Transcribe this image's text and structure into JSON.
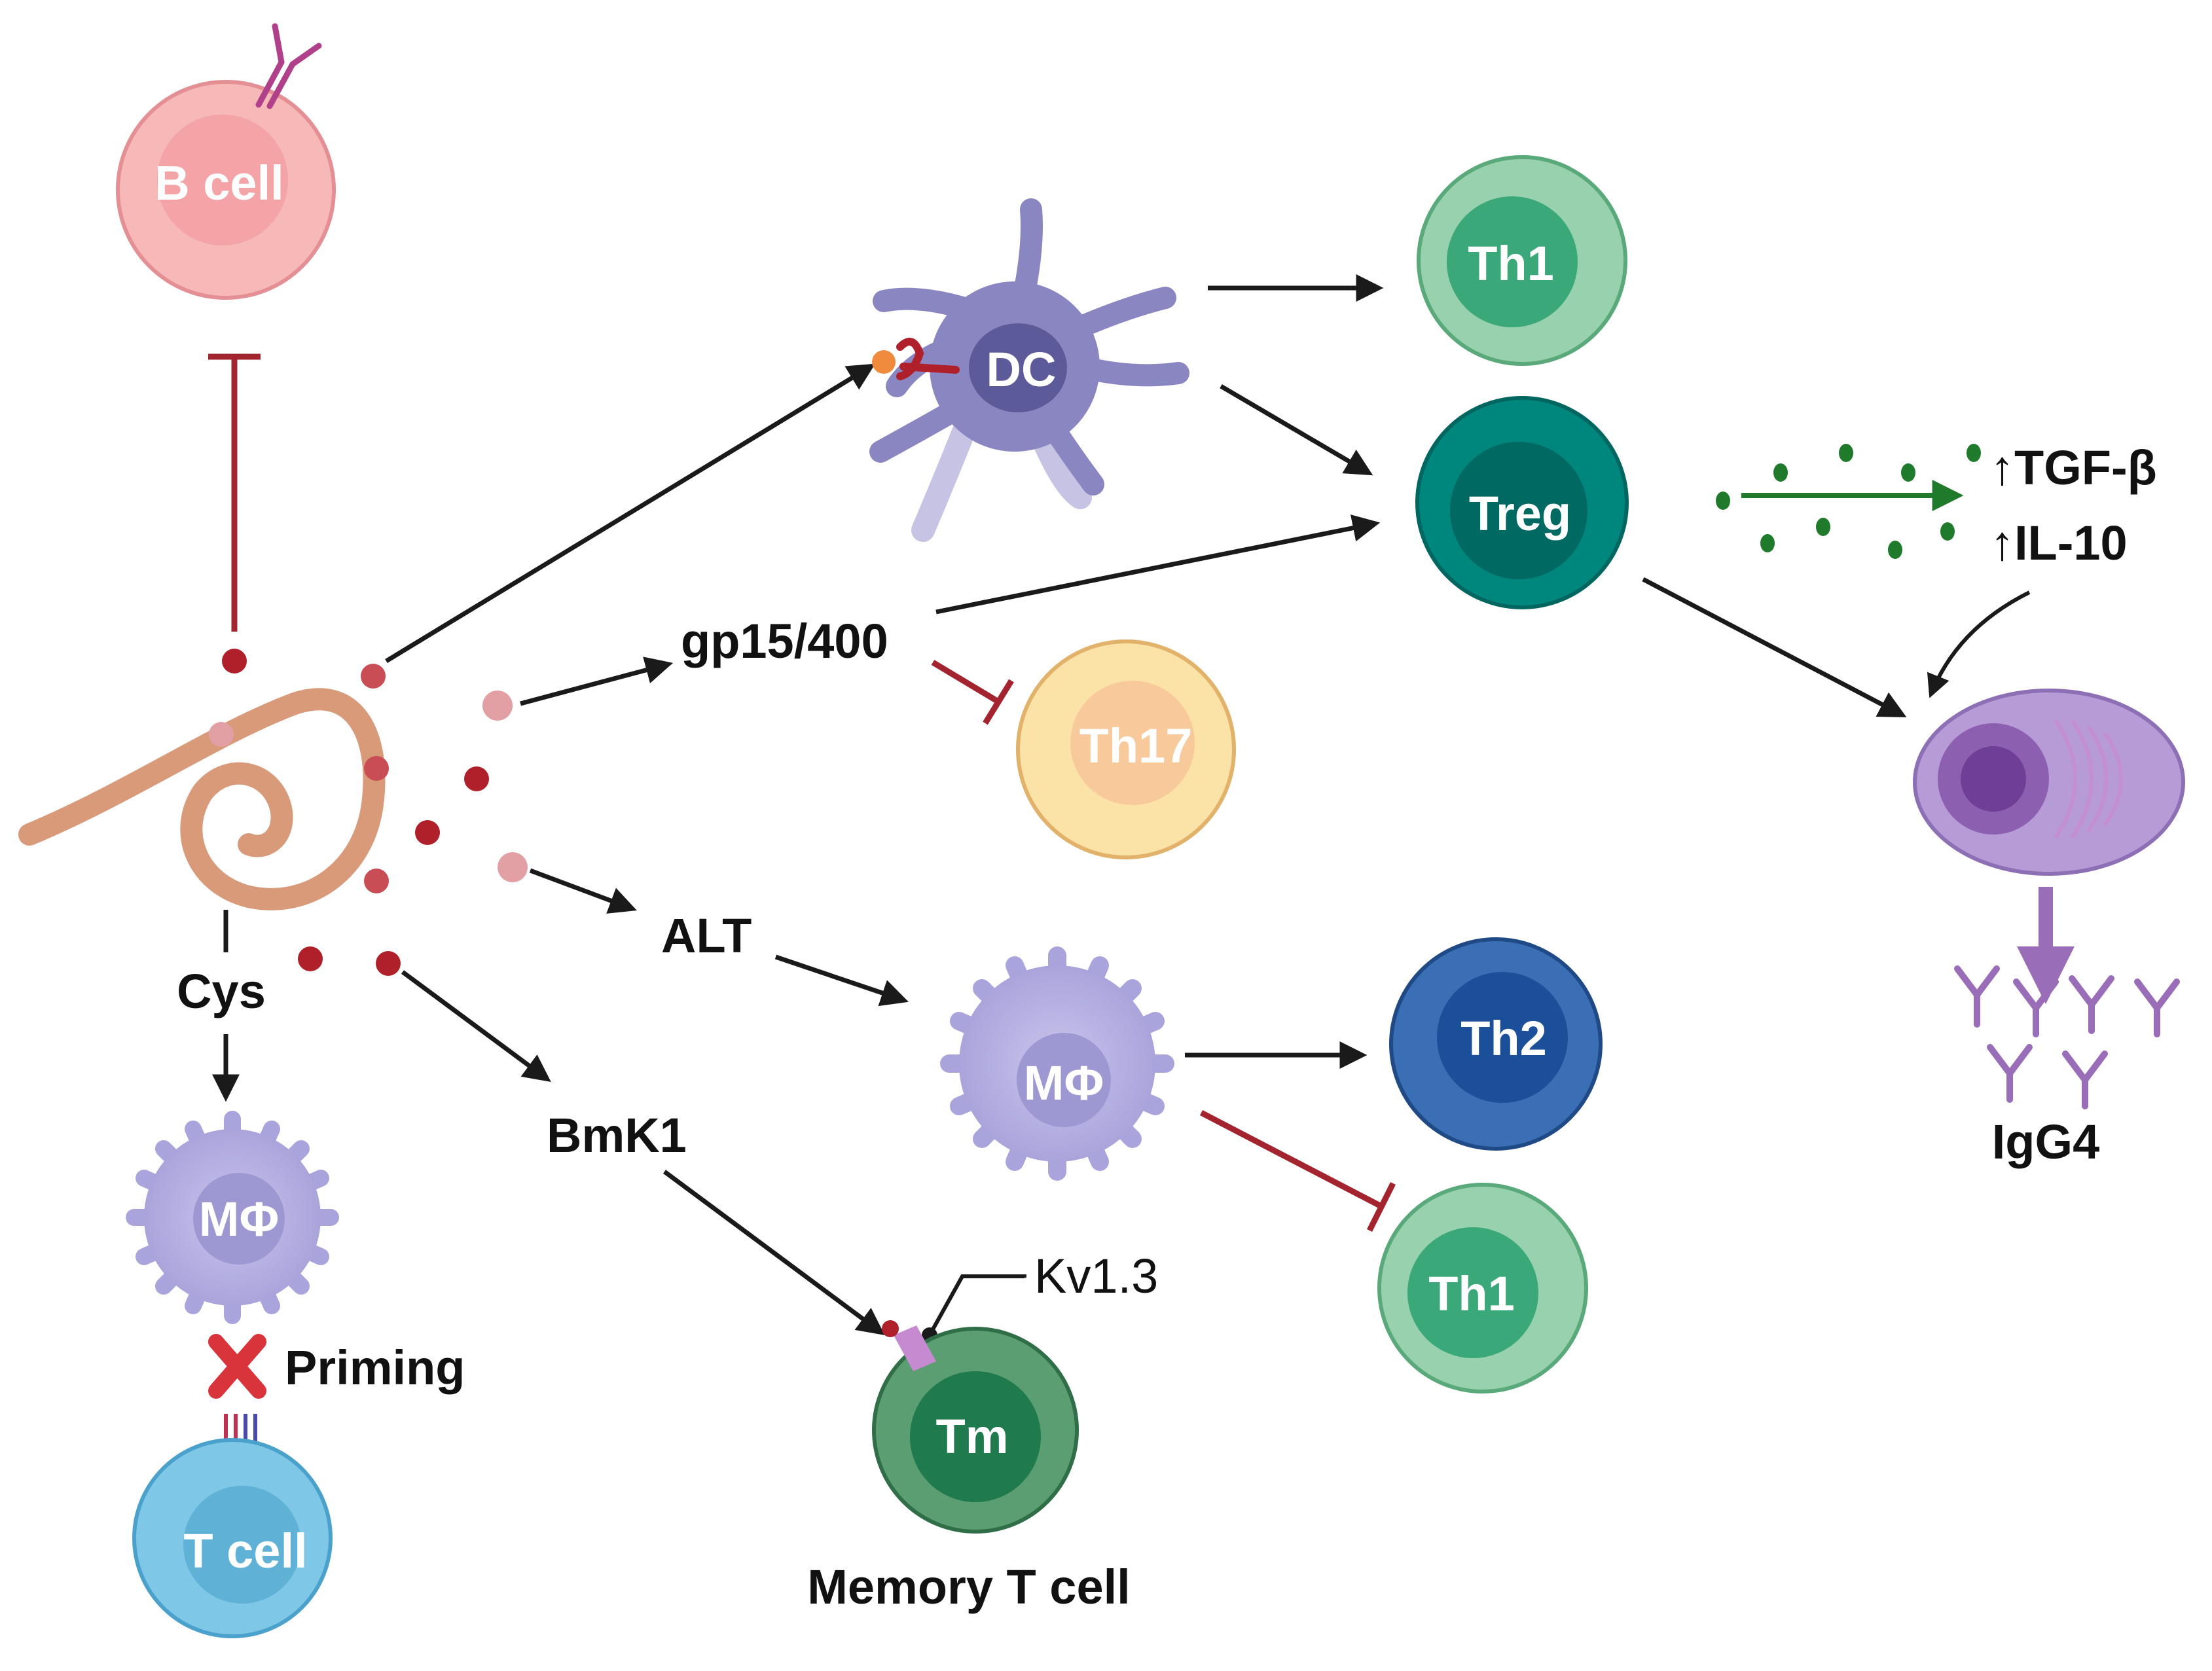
{
  "cells": {
    "b_cell": "B cell",
    "dc": "DC",
    "th1_top": "Th1",
    "treg": "Treg",
    "th17": "Th17",
    "macrophage_mid": "MΦ",
    "th2": "Th2",
    "th1_bottom": "Th1",
    "macrophage_left": "MΦ",
    "t_cell": "T cell",
    "tm": "Tm"
  },
  "labels": {
    "cys": "Cys",
    "gp15": "gp15/400",
    "alt": "ALT",
    "bmk1": "BmK1",
    "kv13": "Kv1.3",
    "priming": "Priming",
    "memory_t_cell": "Memory T cell",
    "tgf_beta": "↑TGF-β",
    "il10": "↑IL-10",
    "igg4": "IgG4"
  },
  "colors": {
    "arrow": "#1a1a1a",
    "inhibit": "#a3242e",
    "molecule_dark": "#b0202a",
    "molecule_light": "#e3a0a4",
    "parasite": "#d99a7a",
    "b_cell": "#f7b8b8",
    "dc": "#8a86c2",
    "th1": "#98d1ad",
    "treg": "#00877d",
    "th17": "#fbe2a6",
    "macrophage": "#b7b2e0",
    "th2": "#3a6eb5",
    "t_cell": "#7fc7e6",
    "tm": "#5a9e72",
    "plasma_cell": "#b79bd6",
    "cytokine": "#1f7a2c",
    "antibody": "#9a6db8"
  }
}
